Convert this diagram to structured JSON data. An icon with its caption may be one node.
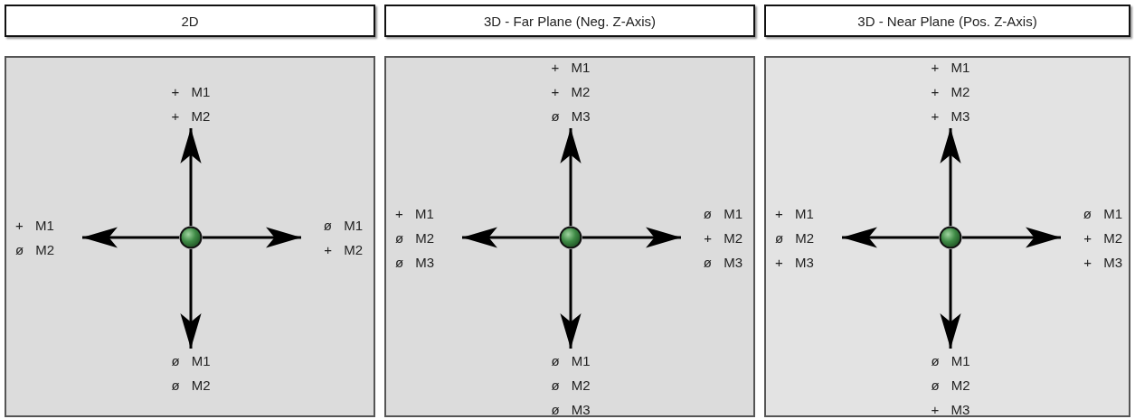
{
  "diagram": {
    "nodes": [
      {
        "text": [
          "2D"
        ]
      },
      {
        "text": [
          "3D - Far Plane (Neg. Z-Axis)"
        ]
      },
      {
        "text": [
          "3D - Near Plane (Pos. Z-Axis)"
        ]
      },
      {
        "text": [],
        "shape": "box"
      },
      {
        "text": [
          "+ M1",
          "+ M2"
        ],
        "in": 3
      },
      {
        "text": [
          "+ M1",
          "ø M2"
        ],
        "in": 3
      },
      {
        "text": [],
        "shape": "circle",
        "in": 3
      },
      {
        "text": [
          "ø M1",
          "+ M2"
        ],
        "in": 3
      },
      {
        "text": [
          "ø M1",
          "ø M2"
        ],
        "in": 3
      },
      {
        "text": [],
        "shape": "box"
      },
      {
        "text": [
          "+ M1",
          "+ M2",
          "ø M3"
        ],
        "in": 9
      },
      {
        "text": [
          "+ M1",
          "ø M2",
          "ø M3"
        ],
        "in": 9
      },
      {
        "text": [],
        "shape": "circle",
        "in": 9
      },
      {
        "text": [
          "ø M1",
          "+ M2",
          "ø M3"
        ],
        "in": 9
      },
      {
        "text": [
          "ø M1",
          "ø M2",
          "ø M3"
        ],
        "in": 9
      },
      {
        "text": [],
        "shape": "box"
      },
      {
        "text": [
          "+ M1",
          "+ M2",
          "+ M3"
        ],
        "in": 15
      },
      {
        "text": [
          "+ M1",
          "ø M2",
          "+ M3"
        ],
        "in": 15
      },
      {
        "text": [],
        "shape": "circle",
        "in": 15
      },
      {
        "text": [
          "ø M1",
          "+ M2",
          "+ M3"
        ],
        "in": 15
      },
      {
        "text": [
          "ø M1",
          "ø M2",
          "+ M3"
        ],
        "in": 15
      }
    ],
    "edges": [
      {
        "from": 6,
        "to": 4,
        "arrow": "to"
      },
      {
        "from": 6,
        "to": 5,
        "arrow": "to"
      },
      {
        "from": 6,
        "to": 7,
        "arrow": "to"
      },
      {
        "from": 6,
        "to": 8,
        "arrow": "to"
      },
      {
        "from": 12,
        "to": 10,
        "arrow": "to"
      },
      {
        "from": 12,
        "to": 11,
        "arrow": "to"
      },
      {
        "from": 12,
        "to": 13,
        "arrow": "to"
      },
      {
        "from": 12,
        "to": 14,
        "arrow": "to"
      },
      {
        "from": 18,
        "to": 16,
        "arrow": "to"
      },
      {
        "from": 18,
        "to": 17,
        "arrow": "to"
      },
      {
        "from": 18,
        "to": 19,
        "arrow": "to"
      },
      {
        "from": 18,
        "to": 20,
        "arrow": "to"
      }
    ]
  }
}
